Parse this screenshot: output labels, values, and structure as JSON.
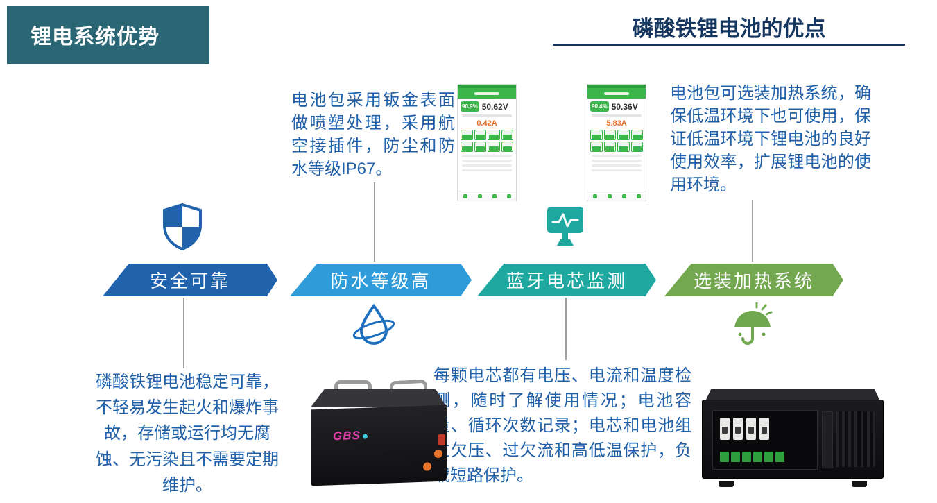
{
  "page": {
    "background": "#ffffff"
  },
  "header": {
    "title": "锂电系统优势",
    "background": "#2a6673",
    "text_color": "#ffffff"
  },
  "section_title": {
    "text": "磷酸铁锂电池的优点",
    "color": "#15365f"
  },
  "ribbons": [
    {
      "label": "安全可靠",
      "color": "#2062ab"
    },
    {
      "label": "防水等级高",
      "color": "#2f9bd8"
    },
    {
      "label": "蓝牙电芯监测",
      "color": "#1fa8a0"
    },
    {
      "label": "选装加热系统",
      "color": "#74a850"
    }
  ],
  "paragraphs": {
    "safety": "磷酸铁锂电池稳定可靠，不轻易发生起火和爆炸事故，存储或运行均无腐蚀、无污染且不需要定期维护。",
    "waterproof": "电池包采用钣金表面做喷塑处理，采用航空接插件，防尘和防水等级IP67。",
    "bluetooth": "每颗电芯都有电压、电流和温度检测，随时了解使用情况；电池容量、循环次数记录；电芯和电池组过欠压、过欠流和高低温保护，负载短路保护。",
    "heating": "电池包可选装加热系统，确保低温环境下也可使用，保证低温环境下锂电池的良好使用效率，扩展锂电池的使用环境。"
  },
  "app_screens": [
    {
      "soc": "90.9%",
      "voltage": "50.62V",
      "current": "0.42A"
    },
    {
      "soc": "90.4%",
      "voltage": "50.36V",
      "current": "5.83A"
    }
  ],
  "battery_image": {
    "brand": "GBS"
  },
  "icons": [
    "shield-icon",
    "water-drop-icon",
    "monitor-pulse-icon",
    "heating-icon"
  ],
  "accent_colors": {
    "connector_line": "#9e9e9e",
    "body_text": "#2060a8",
    "app_green": "#3cb54a",
    "current_orange": "#e2702a"
  }
}
